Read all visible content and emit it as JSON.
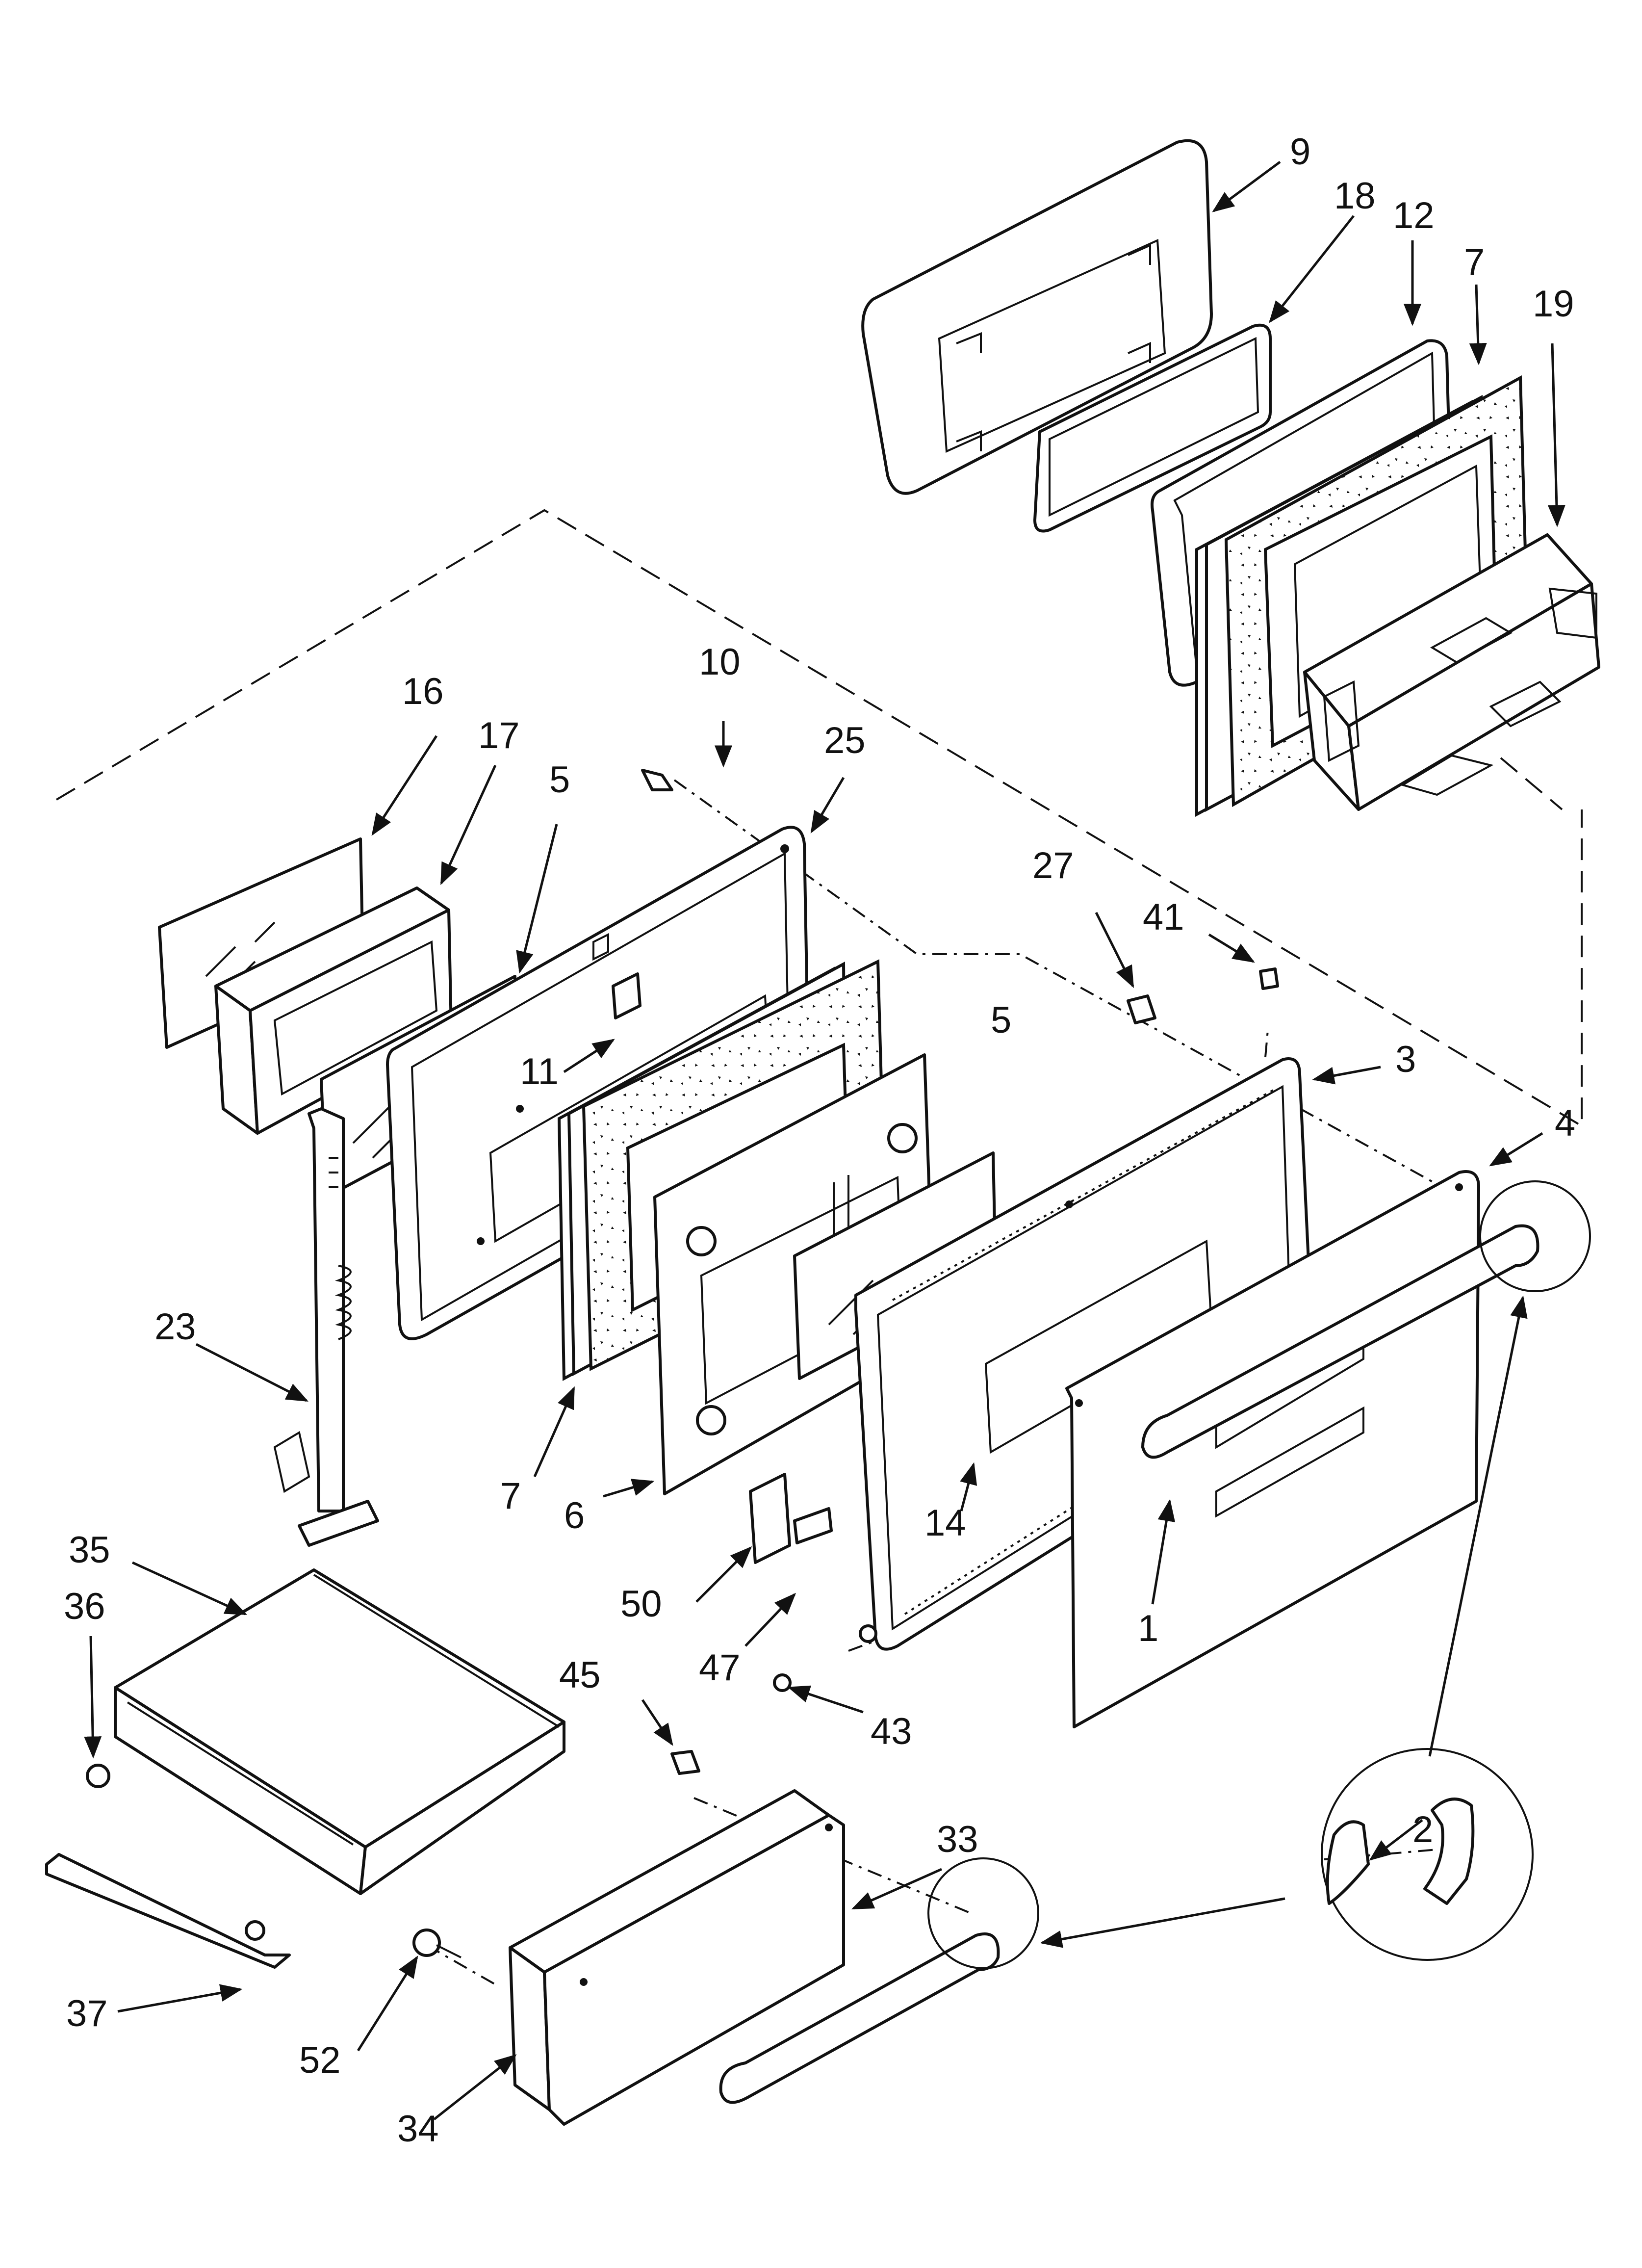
{
  "callouts": {
    "c1": "1",
    "c2": "2",
    "c3": "3",
    "c4": "4",
    "c5a": "5",
    "c5b": "5",
    "c6": "6",
    "c7a": "7",
    "c7b": "7",
    "c9": "9",
    "c10": "10",
    "c11": "11",
    "c12": "12",
    "c14": "14",
    "c16": "16",
    "c17": "17",
    "c18": "18",
    "c19": "19",
    "c23": "23",
    "c25": "25",
    "c27": "27",
    "c33": "33",
    "c34": "34",
    "c35": "35",
    "c36": "36",
    "c37": "37",
    "c41": "41",
    "c43": "43",
    "c45": "45",
    "c47": "47",
    "c50": "50",
    "c52": "52"
  }
}
